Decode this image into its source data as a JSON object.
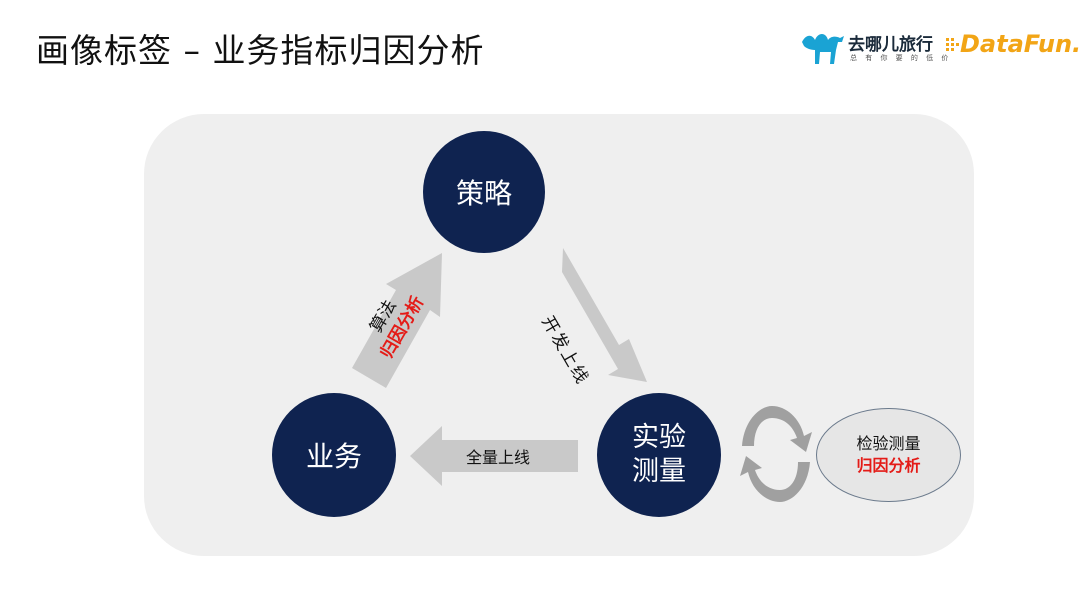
{
  "header": {
    "title": "画像标签 – 业务指标归因分析"
  },
  "logos": {
    "qunar_name": "去哪儿旅行",
    "qunar_slogan": "总 有 你 要 的 低 价",
    "datafun_name": "DataFun."
  },
  "diagram": {
    "nodes": {
      "strategy": "策略",
      "business": "业务",
      "experiment_line1": "实验",
      "experiment_line2": "测量"
    },
    "arrows": {
      "business_to_strategy_line1": "算法",
      "business_to_strategy_line2": "归因分析",
      "strategy_to_experiment": "开发上线",
      "experiment_to_business": "全量上线"
    },
    "feedback": {
      "line1": "检验测量",
      "line2": "归因分析"
    }
  },
  "colors": {
    "node": "#0f2350",
    "arrow": "#c9c9c9",
    "highlight": "#e41b17",
    "panel": "#efefef"
  }
}
